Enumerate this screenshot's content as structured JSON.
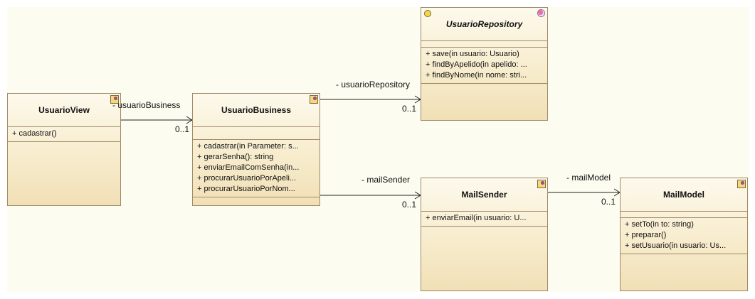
{
  "classes": {
    "usuario_view": {
      "name": "UsuarioView",
      "operations": [
        "+ cadastrar()"
      ]
    },
    "usuario_business": {
      "name": "UsuarioBusiness",
      "operations": [
        "+ cadastrar(in Parameter: s...",
        "+ gerarSenha(): string",
        "+ enviarEmailComSenha(in...",
        "+ procurarUsuarioPorApeli...",
        "+ procurarUsuarioPorNom..."
      ]
    },
    "usuario_repository": {
      "name": "UsuarioRepository",
      "operations": [
        "+ save(in usuario: Usuario)",
        "+ findByApelido(in apelido: ...",
        "+ findByNome(in nome: stri..."
      ]
    },
    "mail_sender": {
      "name": "MailSender",
      "operations": [
        "+ enviarEmail(in usuario: U..."
      ]
    },
    "mail_model": {
      "name": "MailModel",
      "operations": [
        "+ setTo(in to: string)",
        "+ preparar()",
        "+ setUsuario(in usuario: Us..."
      ]
    }
  },
  "associations": {
    "view_business": {
      "role": "- usuarioBusiness",
      "multiplicity": "0..1"
    },
    "business_repository": {
      "role": "- usuarioRepository",
      "multiplicity": "0..1"
    },
    "business_mailsender": {
      "role": "- mailSender",
      "multiplicity": "0..1"
    },
    "mailsender_mailmodel": {
      "role": "- mailModel",
      "multiplicity": "0..1"
    }
  }
}
